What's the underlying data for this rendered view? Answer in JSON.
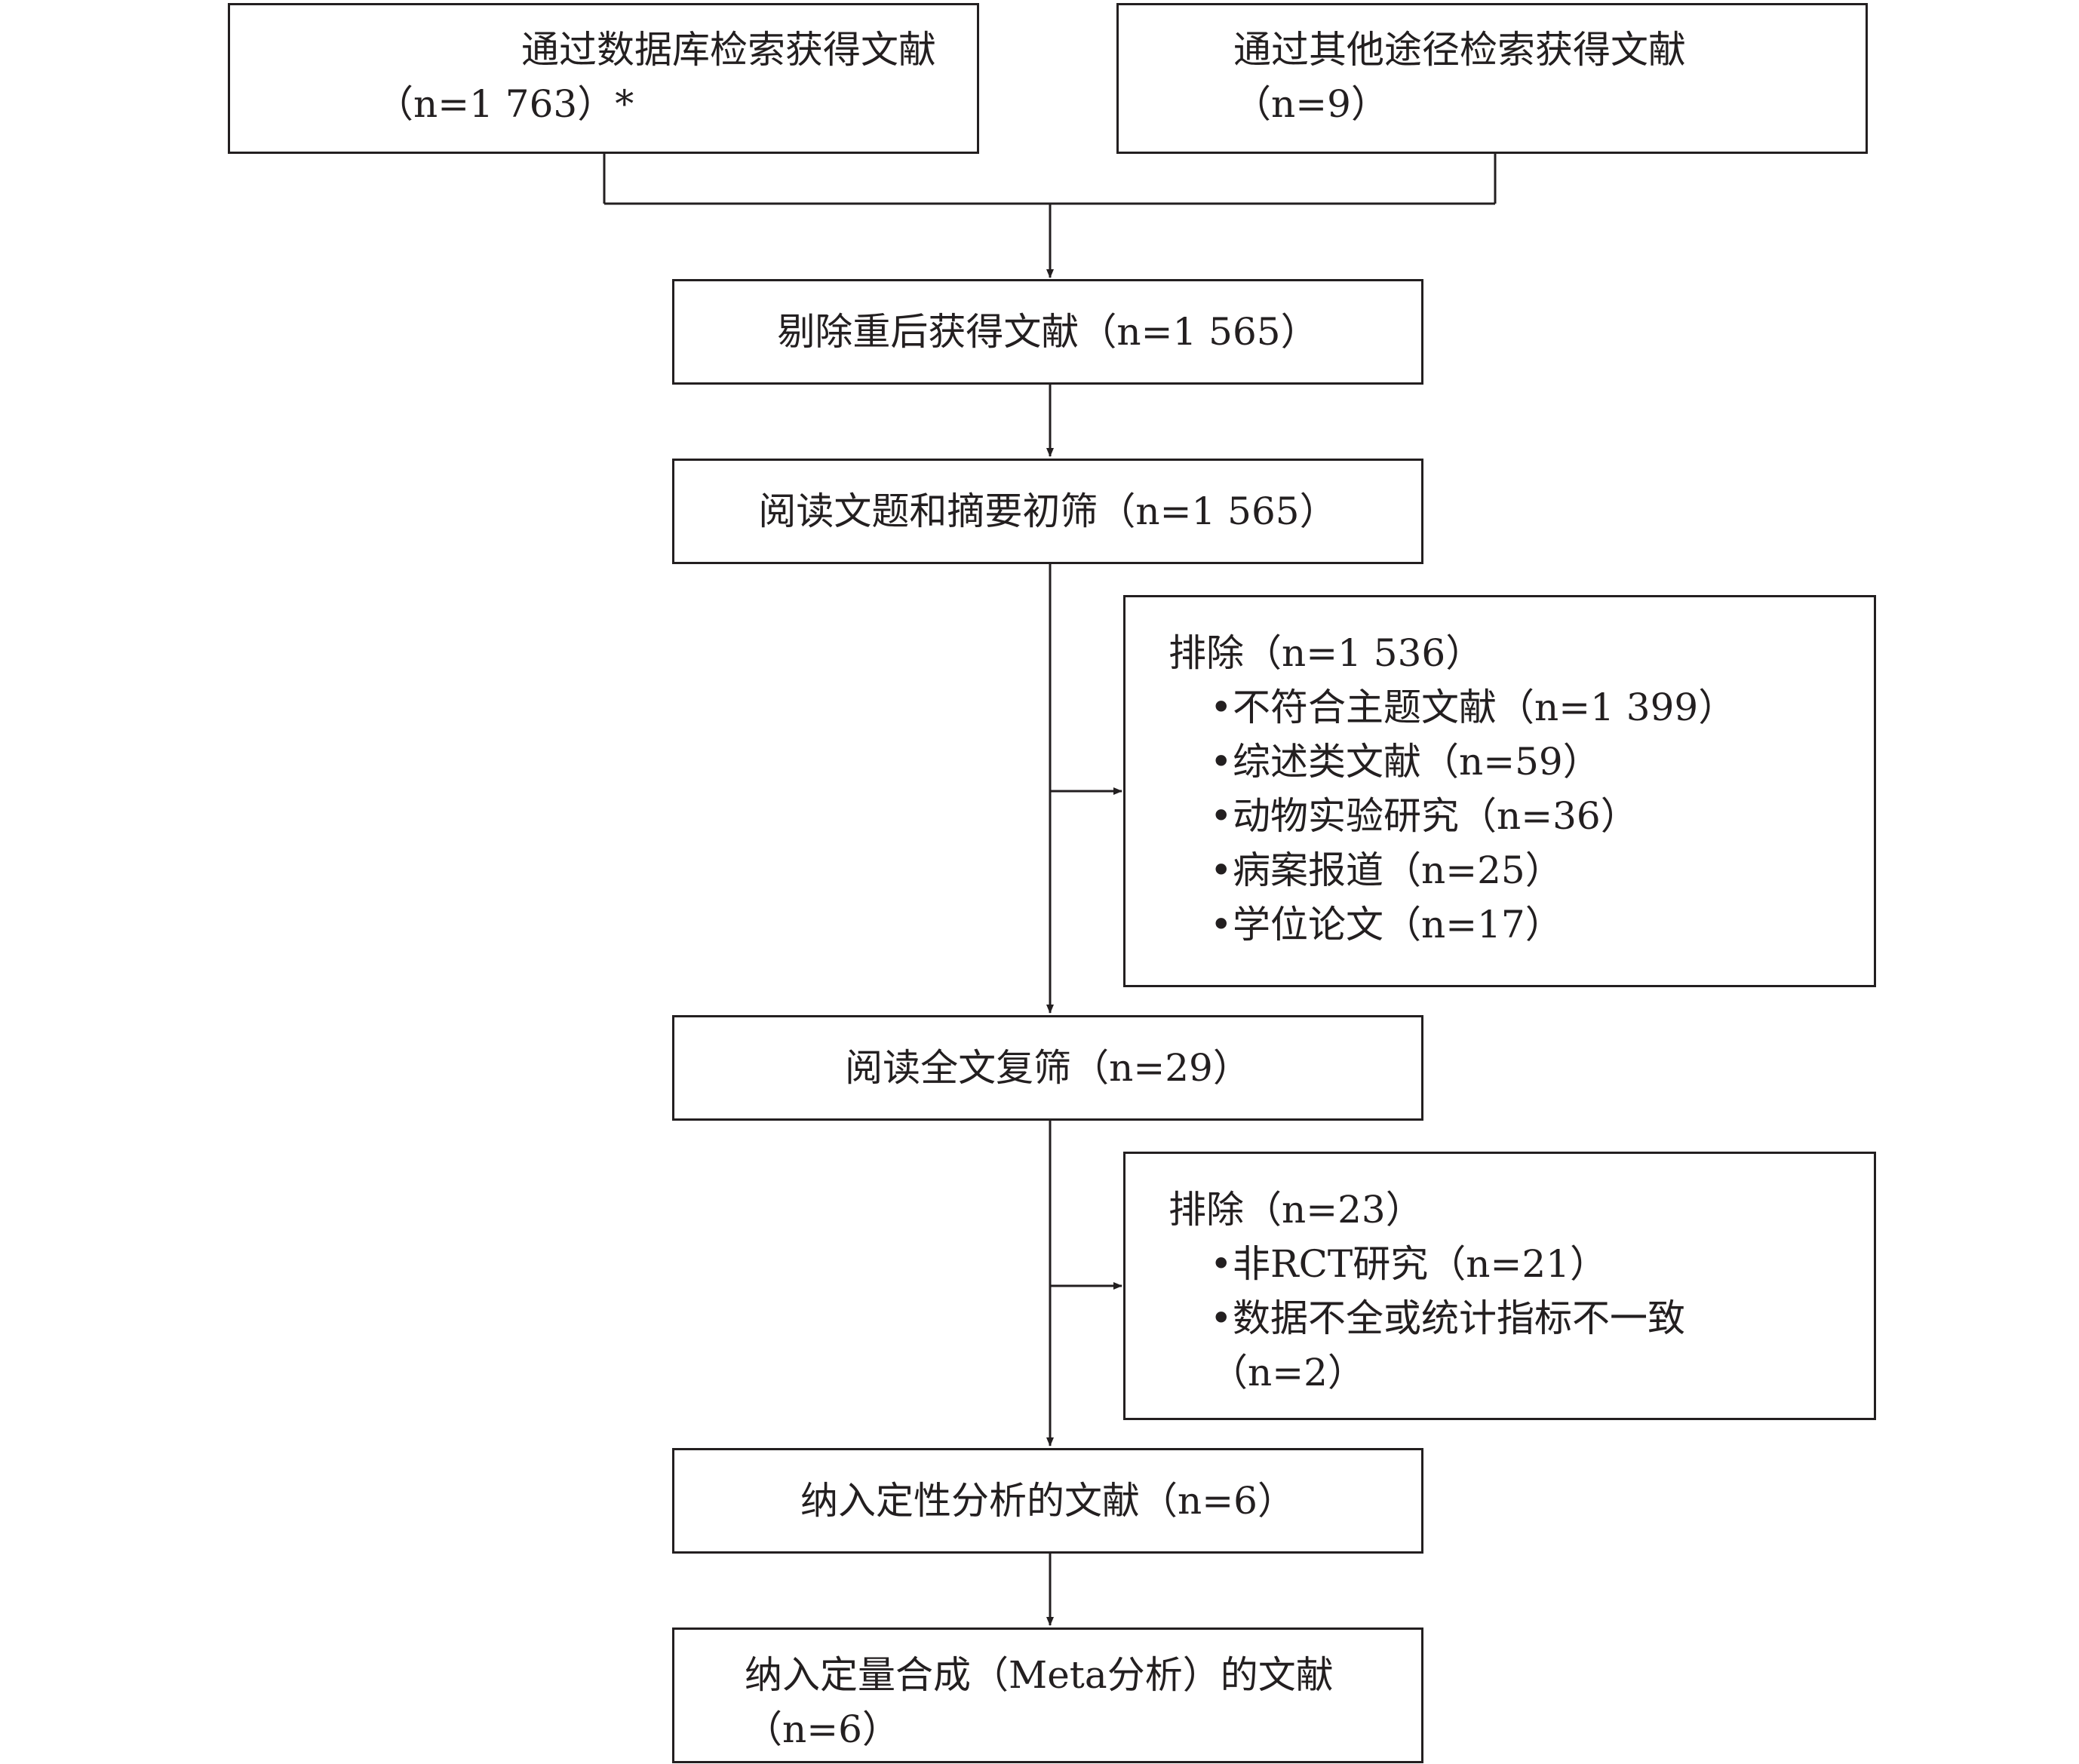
{
  "diagram": {
    "source_database": {
      "label": "通过数据库检索获得文献",
      "count": "（n=1 763）*"
    },
    "source_other": {
      "label": "通过其他途径检索获得文献",
      "count": "（n=9）"
    },
    "after_dedup": "剔除重后获得文献（n=1 565）",
    "title_abstract_screen": "阅读文题和摘要初筛（n=1 565）",
    "exclusion_1": {
      "heading": "排除（n=1 536）",
      "items": [
        "不符合主题文献（n=1 399）",
        "综述类文献（n=59）",
        "动物实验研究（n=36）",
        "病案报道（n=25）",
        "学位论文（n=17）"
      ]
    },
    "fulltext_screen": "阅读全文复筛（n=29）",
    "exclusion_2": {
      "heading": "排除（n=23）",
      "items": [
        "非RCT研究（n=21）",
        "数据不全或统计指标不一致"
      ],
      "item_continuation": "（n=2）"
    },
    "qualitative": "纳入定性分析的文献（n=6）",
    "quantitative": {
      "label": "纳入定量合成（Meta分析）的文献",
      "count": "（n=6）"
    }
  }
}
